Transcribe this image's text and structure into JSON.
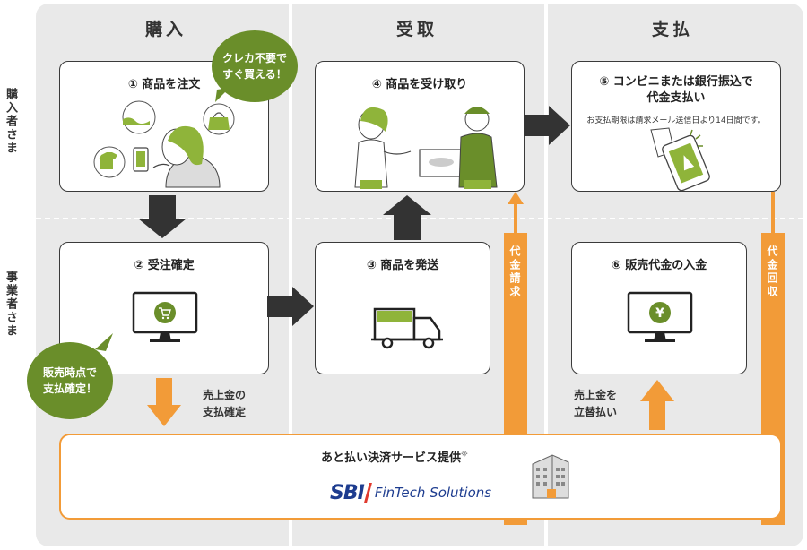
{
  "columns": [
    "購入",
    "受取",
    "支払"
  ],
  "rows": {
    "buyer": "購入者さま",
    "merchant": "事業者さま"
  },
  "steps": {
    "order": "① 商品を注文",
    "receive": "④ 商品を受け取り",
    "pay_line1": "⑤ コンビニまたは銀行振込で",
    "pay_line2": "代金支払い",
    "pay_note": "お支払期限は請求メール送信日より14日間です。",
    "confirm": "② 受注確定",
    "ship": "③ 商品を発送",
    "deposit": "⑥ 販売代金の入金"
  },
  "bubbles": {
    "no_card_line1": "クレカ不要で",
    "no_card_line2": "すぐ買える！",
    "sale_confirm_line1": "販売時点で",
    "sale_confirm_line2": "支払確定！"
  },
  "labels": {
    "sales_confirm_line1": "売上金の",
    "sales_confirm_line2": "支払確定",
    "advance_line1": "売上金を",
    "advance_line2": "立替払い",
    "bill": "代金請求",
    "collect": "代金回収"
  },
  "provider": {
    "service": "あと払い決済サービス提供",
    "mark": "※",
    "logo_mark": "SBI",
    "logo_text": "FinTech Solutions"
  },
  "icons": {
    "yen": "¥"
  },
  "colors": {
    "accent_green": "#6a8e2a",
    "arrow_orange": "#f29b38",
    "arrow_dark": "#333333",
    "brand_blue": "#1d3c8f"
  }
}
